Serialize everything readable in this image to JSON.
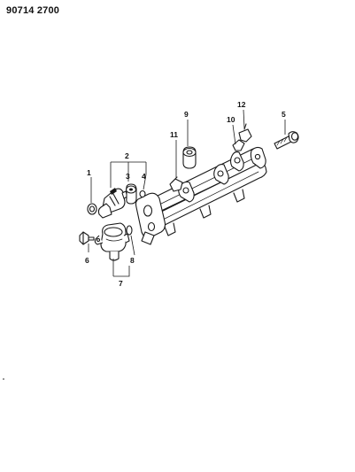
{
  "header": {
    "reference_number": "90714 2700"
  },
  "callouts": [
    {
      "id": "1",
      "label": "1"
    },
    {
      "id": "2",
      "label": "2"
    },
    {
      "id": "3",
      "label": "3"
    },
    {
      "id": "4",
      "label": "4"
    },
    {
      "id": "5",
      "label": "5"
    },
    {
      "id": "6",
      "label": "6"
    },
    {
      "id": "7",
      "label": "7"
    },
    {
      "id": "8",
      "label": "8"
    },
    {
      "id": "9",
      "label": "9"
    },
    {
      "id": "10",
      "label": "10"
    },
    {
      "id": "11",
      "label": "11"
    },
    {
      "id": "12",
      "label": "12"
    }
  ]
}
